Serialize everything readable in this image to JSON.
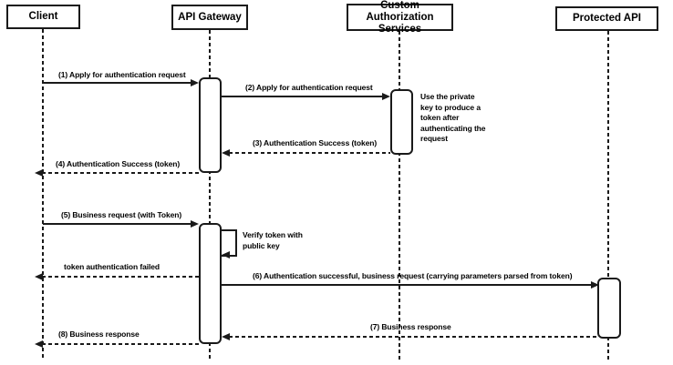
{
  "participants": [
    {
      "name": "Client"
    },
    {
      "name": "API Gateway"
    },
    {
      "name": "Custom Authorization Services"
    },
    {
      "name": "Protected API"
    }
  ],
  "messages": [
    {
      "label": "(1) Apply for authentication request",
      "from": "Client",
      "to": "API Gateway",
      "style": "solid"
    },
    {
      "label": "(2) Apply for authentication request",
      "from": "API Gateway",
      "to": "Custom Authorization Services",
      "style": "solid"
    },
    {
      "label": "(3) Authentication Success (token)",
      "from": "Custom Authorization Services",
      "to": "API Gateway",
      "style": "dashed"
    },
    {
      "label": "(4) Authentication Success (token)",
      "from": "API Gateway",
      "to": "Client",
      "style": "dashed"
    },
    {
      "label": "(5) Business request (with Token)",
      "from": "Client",
      "to": "API Gateway",
      "style": "solid"
    },
    {
      "label": "token authentication failed",
      "from": "API Gateway",
      "to": "Client",
      "style": "dashed"
    },
    {
      "label": "(6) Authentication successful, business request (carrying parameters parsed from token)",
      "from": "API Gateway",
      "to": "Protected API",
      "style": "solid"
    },
    {
      "label": "(7) Business response",
      "from": "Protected API",
      "to": "API Gateway",
      "style": "dashed"
    },
    {
      "label": "(8) Business response",
      "from": "API Gateway",
      "to": "Client",
      "style": "dashed"
    }
  ],
  "self_message": {
    "label": "Verify token with public key",
    "on": "API Gateway"
  },
  "note": {
    "text": "Use the private key to produce a token after authenticating the request",
    "on": "Custom Authorization Services"
  },
  "colors": {
    "line": "#1a1a1a",
    "background": "#ffffff",
    "text": "#000000"
  }
}
